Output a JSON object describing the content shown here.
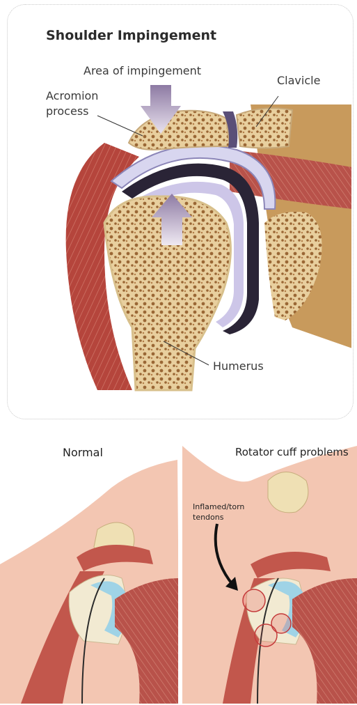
{
  "top_figure": {
    "title": "Shoulder Impingement",
    "labels": {
      "area": "Area of impingement",
      "acromion_line1": "Acromion",
      "acromion_line2": "process",
      "clavicle": "Clavicle",
      "humerus": "Humerus"
    }
  },
  "bottom_figure": {
    "left_title": "Normal",
    "right_title": "Rotator cuff problems",
    "inflamed_line1": "Inflamed/torn",
    "inflamed_line2": "tendons"
  },
  "colors": {
    "bone": "#e8cf9e",
    "bone_pore": "#8a5a2b",
    "muscle": "#b5453c",
    "cartilage": "#c9c3e6",
    "skin": "#f3c6b2",
    "arrow": "#8f7fa5"
  }
}
